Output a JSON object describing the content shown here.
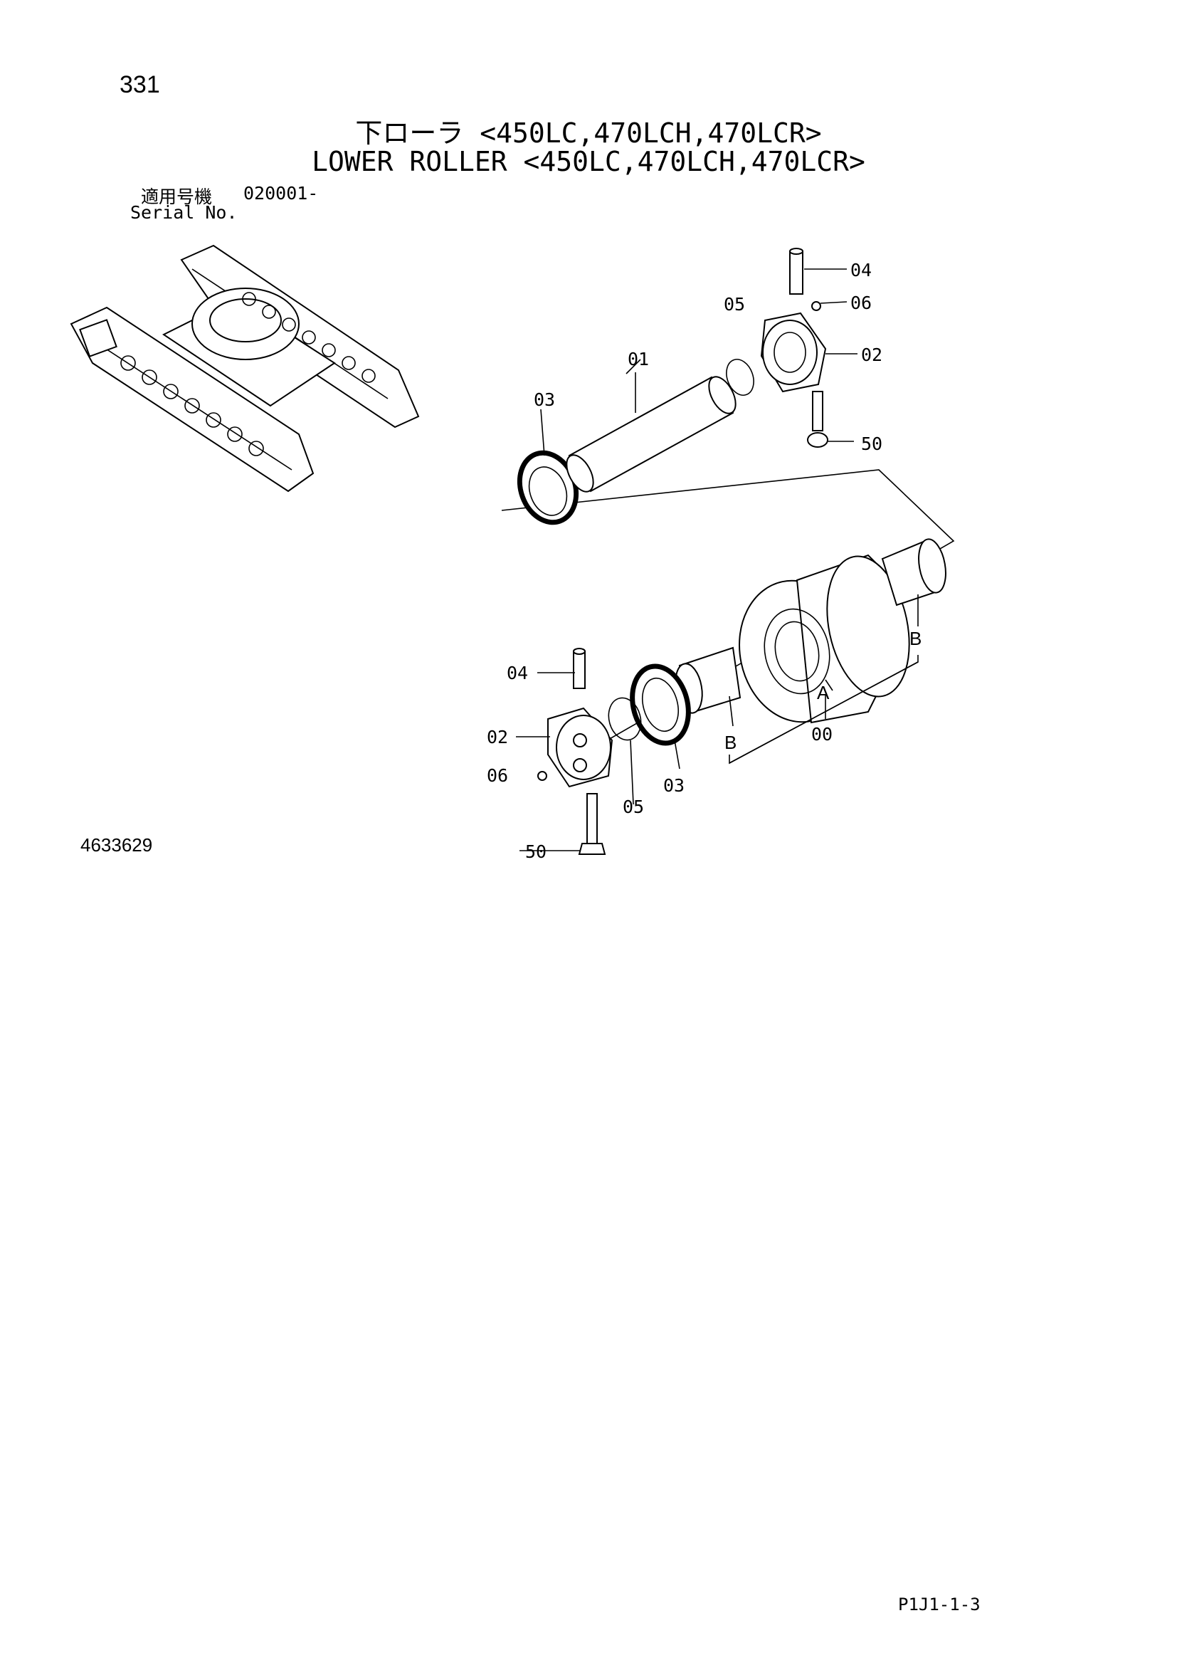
{
  "page_number": "331",
  "title_jp": "下ローラ <450LC,470LCH,470LCR>",
  "title_en": "LOWER ROLLER <450LC,470LCH,470LCR>",
  "serial": {
    "label_jp": "適用号機",
    "value": "020001-",
    "label_en": "Serial No."
  },
  "callouts": {
    "upper_04": "04",
    "upper_05": "05",
    "upper_06": "06",
    "upper_01": "01",
    "upper_02": "02",
    "upper_03": "03",
    "upper_50": "50",
    "lower_04": "04",
    "lower_02": "02",
    "lower_06": "06",
    "lower_05": "05",
    "lower_03": "03",
    "lower_50": "50",
    "lower_00": "00",
    "label_A": "A",
    "label_B_left": "B",
    "label_B_right": "B"
  },
  "drawing_number": "4633629",
  "page_code": "P1J1-1-3"
}
